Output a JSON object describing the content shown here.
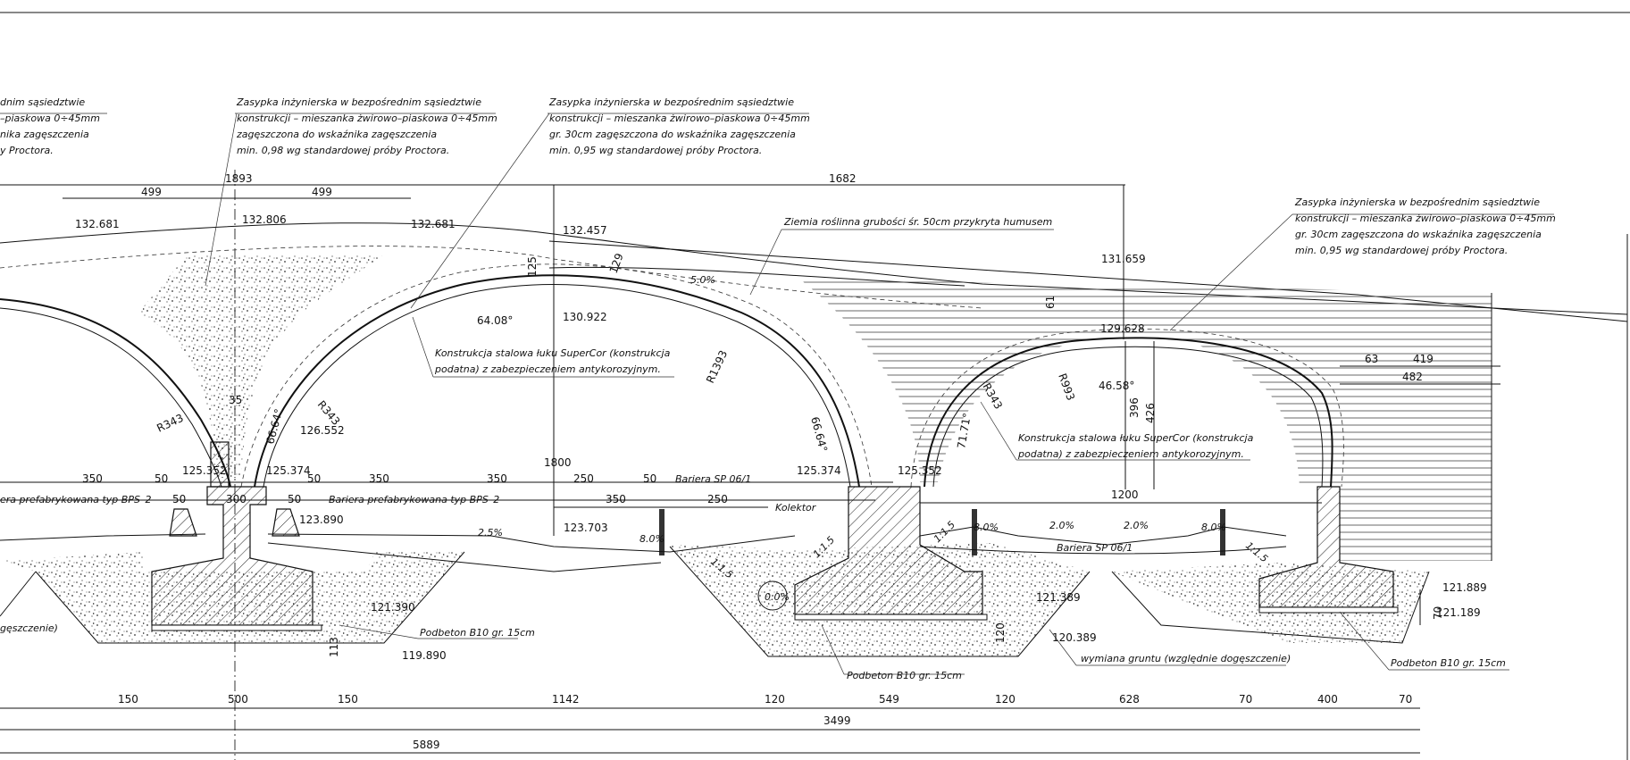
{
  "notes": {
    "backfill_left_partial": [
      "dnim sąsiedztwie",
      "–piaskowa 0÷45mm",
      "nika zagęszczenia",
      "y Proctora."
    ],
    "backfill_center_left": [
      "Zasypka inżynierska w bezpośrednim sąsiedztwie",
      "konstrukcji – mieszanka żwirowo–piaskowa 0÷45mm",
      "zagęszczona do wskaźnika zagęszczenia",
      "min. 0,98 wg standardowej próby Proctora."
    ],
    "backfill_center": [
      "Zasypka inżynierska w bezpośrednim sąsiedztwie",
      "konstrukcji – mieszanka żwirowo–piaskowa 0÷45mm",
      "gr. 30cm zagęszczona do wskaźnika zagęszczenia",
      "min. 0,95 wg standardowej próby Proctora."
    ],
    "backfill_right": [
      "Zasypka inżynierska w bezpośrednim sąsiedztwie",
      "konstrukcji – mieszanka żwirowo–piaskowa 0÷45mm",
      "gr. 30cm zagęszczona do wskaźnika zagęszczenia",
      "min. 0,95 wg standardowej próby Proctora."
    ],
    "topsoil": "Ziemia roślinna grubości śr. 50cm przykryta humusem",
    "arch_left": [
      "Konstrukcja stalowa łuku SuperCor (konstrukcja",
      "podatna) z zabezpieczeniem antykorozyjnym."
    ],
    "arch_right": [
      "Konstrukcja stalowa łuku SuperCor (konstrukcja",
      "podatna) z zabezpieczeniem antykorozyjnym."
    ],
    "barrier_bps_left": "era prefabrykowana typ BPS–2",
    "barrier_bps_right": "Bariera prefabrykowana typ BPS–2",
    "barrier_sp_1": "Bariera SP 06/1",
    "barrier_sp_2": "Bariera SP 06/1",
    "collector": "Kolektor",
    "podbeton_1": "Podbeton B10 gr. 15cm",
    "podbeton_2": "Podbeton B10 gr. 15cm",
    "podbeton_3": "Podbeton B10 gr. 15cm",
    "soil_exchange": "wymiana gruntu (względnie dogęszczenie)",
    "soil_left_partial": "gęszczenie)"
  },
  "levels": {
    "l132681a": "132.681",
    "l132806": "132.806",
    "l132681b": "132.681",
    "l132457": "132.457",
    "l130922": "130.922",
    "l131659": "131.659",
    "l129628": "129.628",
    "l126552": "126.552",
    "l125352a": "125.352",
    "l125374a": "125.374",
    "l125374b": "125.374",
    "l125352b": "125.352",
    "l123890": "123.890",
    "l123703": "123.703",
    "l121390": "121.390",
    "l119890": "119.890",
    "l121389": "121.389",
    "l120389": "120.389",
    "l121889": "121.889",
    "l121189": "121.189"
  },
  "dims": {
    "d1893": "1893",
    "d499a": "499",
    "d499b": "499",
    "d1682": "1682",
    "d125": "125",
    "d129": "129",
    "d1800": "1800",
    "d350a": "350",
    "d50a": "50",
    "d50b": "50",
    "d300": "300",
    "d50c": "50",
    "d50d": "50",
    "d350b": "350",
    "d350c": "350",
    "d250a": "250",
    "d50e": "50",
    "d350d": "350",
    "d250b": "250",
    "d1200": "1200",
    "d63": "63",
    "d419": "419",
    "d482": "482",
    "d396": "396",
    "d426": "426",
    "d61": "61",
    "d35": "35",
    "d120a": "120",
    "d70": "70",
    "d113": "113",
    "b150a": "150",
    "b500": "500",
    "b150b": "150",
    "b1142": "1142",
    "b120a": "120",
    "b549": "549",
    "b120b": "120",
    "b628": "628",
    "b70a": "70",
    "b400": "400",
    "b70b": "70",
    "b3499": "3499",
    "b5889": "5889"
  },
  "radii": {
    "r343a": "R343",
    "r343b": "R343",
    "r1393": "R1393",
    "r343c": "R343",
    "r993": "R993"
  },
  "angles": {
    "a6408": "64.08°",
    "a6664a": "66.64°",
    "a6664b": "66.64°",
    "a4658": "46.58°",
    "a7171": "71.71°"
  },
  "slopes": {
    "s50": "5.0%",
    "s25": "2.5%",
    "s80a": "8.0%",
    "s115a": "1:1.5",
    "s115b": "1:1.5",
    "s115c": "1:1.5",
    "s00": "0.0%",
    "s80b": "8.0%",
    "s20a": "2.0%",
    "s20b": "2.0%",
    "s80c": "8.0%",
    "s115d": "1:1.5"
  }
}
